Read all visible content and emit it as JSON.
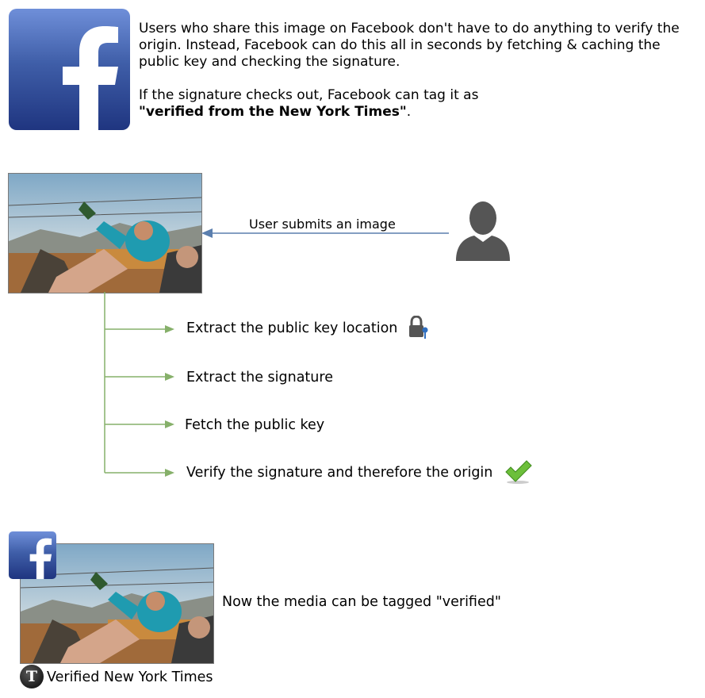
{
  "intro": {
    "line1": "Users who share this image on Facebook don't have to do anything to verify the origin.  Instead, Facebook can do this all in seconds by fetching & caching the public key and checking the signature.",
    "line2_prefix": "If the signature checks out, Facebook can tag it as",
    "line2_bold": "\"verified from the New York Times\"",
    "line2_suffix": "."
  },
  "flow": {
    "submit_label": "User submits an image",
    "steps": [
      "Extract the public key location",
      "Extract the signature",
      "Fetch the public key",
      "Verify the signature and therefore the origin"
    ]
  },
  "result": {
    "tag_text": "Now the media can be tagged \"verified\"",
    "nyt_logo_text": "T",
    "caption": "Verified New York Times"
  },
  "colors": {
    "submit_arrow": "#5b7fae",
    "step_arrow": "#86b06a",
    "facebook_blue": "#3b5998"
  },
  "icons": [
    "facebook-logo-icon",
    "user-silhouette-icon",
    "lock-key-icon",
    "checkmark-icon",
    "nyt-logo-icon"
  ]
}
